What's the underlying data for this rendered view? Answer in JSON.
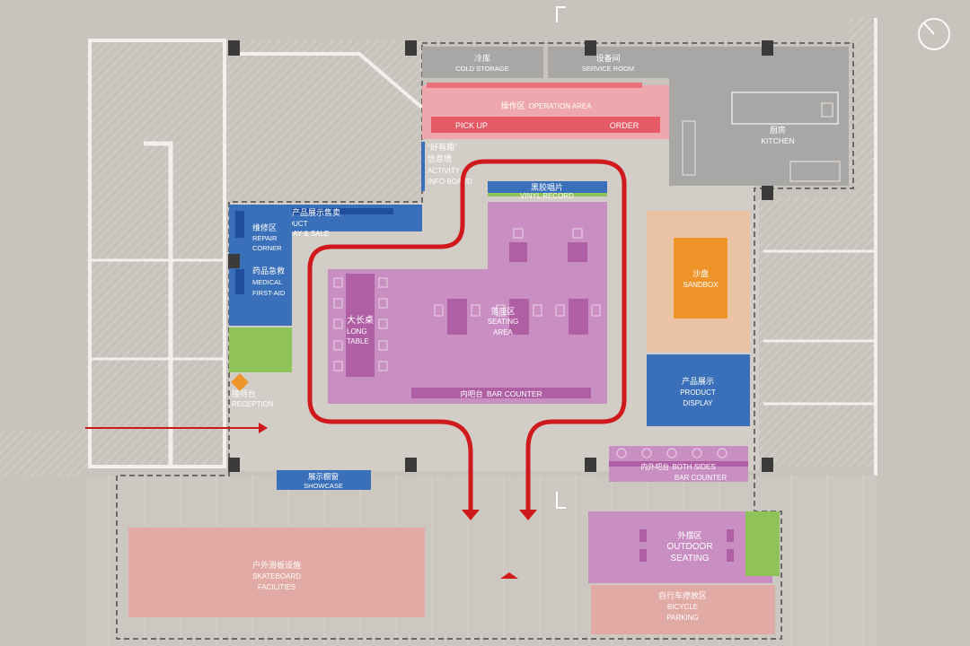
{
  "floorplan": {
    "zones": {
      "cold_storage": {
        "zh": "冷库",
        "en": "COLD STORAGE"
      },
      "service_room": {
        "zh": "设备间",
        "en": "SERVICE ROOM"
      },
      "operation_area": {
        "zh": "操作区",
        "en": "OPERATION AREA"
      },
      "pick_up": "PICK UP",
      "order": "ORDER",
      "kitchen": {
        "zh": "厨房",
        "en": "KITCHEN"
      },
      "activity_info": {
        "zh1": "“好有趣”",
        "zh2": "信息墙",
        "en1": "ACTIVITY",
        "en2": "INFO BOARD"
      },
      "vinyl_record": {
        "zh": "黑胶唱片",
        "en": "VINYL RECORD"
      },
      "product_display_sale": {
        "zh": "产品展示售卖",
        "en1": "PRODUCT",
        "en2": "DISPLAY & SALE"
      },
      "repair_corner": {
        "zh": "维修区",
        "en1": "REPAIR",
        "en2": "CORNER"
      },
      "medical_first_aid": {
        "zh": "药品急救",
        "en1": "MEDICAL",
        "en2": "FIRST-AID"
      },
      "long_table": {
        "zh": "大长桌",
        "en1": "LONG",
        "en2": "TABLE"
      },
      "seating_area": {
        "zh": "落座区",
        "en1": "SEATING",
        "en2": "AREA"
      },
      "bar_counter": {
        "zh": "内吧台",
        "en": "BAR COUNTER"
      },
      "sandbox": {
        "zh": "沙盘",
        "en": "SANDBOX"
      },
      "product_display": {
        "zh": "产品展示",
        "en1": "PRODUCT",
        "en2": "DISPLAY"
      },
      "reception": {
        "zh": "接待台",
        "en": "RECEPTION"
      },
      "showcase": {
        "zh": "展示橱窗",
        "en": "SHOWCASE"
      },
      "both_sides_bar": {
        "zh": "内外吧台",
        "en1": "BOTH SIDES",
        "en2": "BAR COUNTER"
      },
      "outdoor_seating": {
        "zh": "外摆区",
        "en1": "OUTDOOR",
        "en2": "SEATING"
      },
      "skateboard": {
        "zh": "户外滑板设施",
        "en1": "SKATEBOARD",
        "en2": "FACILITIES"
      },
      "bicycle_parking": {
        "zh": "自行车停放区",
        "en1": "BICYCLE",
        "en2": "PARKING"
      }
    },
    "colors": {
      "background": "#c9c3bd",
      "circulation_red": "#d0191c",
      "seating_purple": "#c98fc3",
      "service_blue": "#3a6fba",
      "sandbox_orange": "#ee9428",
      "grass_green": "#8fc35a",
      "skate_pink": "#e2aaa4",
      "operation_pink": "#eea8ad",
      "kitchen_gray": "#a9a7a5"
    },
    "icons": [
      "compass-icon",
      "entrance-arrow-icon"
    ]
  }
}
